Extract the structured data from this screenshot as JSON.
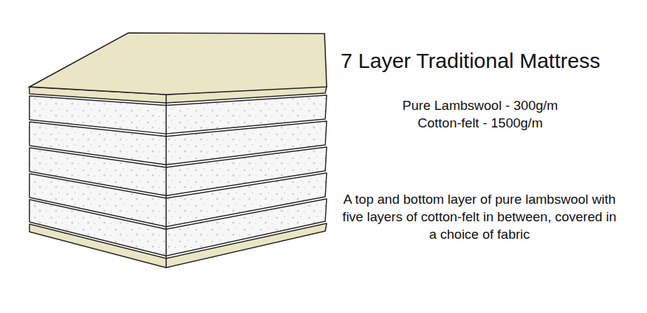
{
  "diagram": {
    "title": "7 Layer Traditional Mattress",
    "labels": [
      "Pure Lambswool - 300g/m",
      "Cotton-felt - 1500g/m",
      "A top and bottom layer of pure lambswool with five layers of cotton-felt in between, covered in a choice of fabric"
    ]
  }
}
